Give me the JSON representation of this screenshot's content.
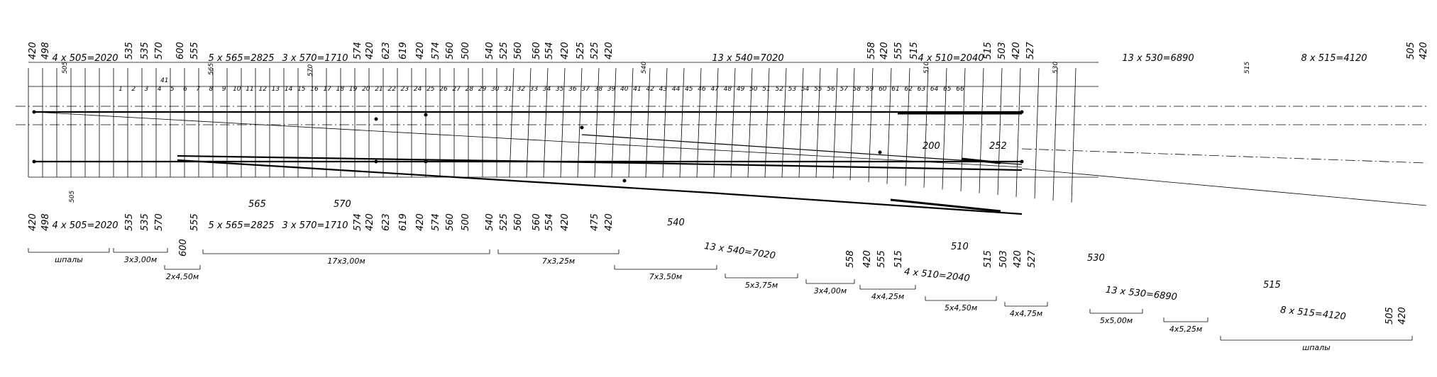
{
  "top_dims": {
    "left": [
      "420",
      "498",
      "4 x 505=2020",
      "535",
      "535",
      "570",
      "600",
      "555",
      "5 x 565=2825",
      "3 x 570=1710",
      "574",
      "420",
      "623",
      "619",
      "420",
      "574",
      "560",
      "500",
      "540",
      "525",
      "560",
      "560",
      "554",
      "420",
      "525",
      "525",
      "420"
    ],
    "mid": "13 x 540=7020",
    "right1": [
      "558",
      "420",
      "555",
      "515",
      "4 x 510=2040",
      "515",
      "503",
      "420",
      "527"
    ],
    "right2": "13 x 530=6890",
    "right3": "8 x 515=4120",
    "right_end": [
      "505",
      "420"
    ],
    "small": [
      "505",
      "41",
      "565",
      "570",
      "540",
      "510",
      "530",
      "515"
    ]
  },
  "sleeper_numbers": [
    "1",
    "2",
    "3",
    "4",
    "5",
    "6",
    "7",
    "8",
    "9",
    "10",
    "11",
    "12",
    "13",
    "14",
    "15",
    "16",
    "17",
    "18",
    "19",
    "20",
    "21",
    "22",
    "23",
    "24",
    "25",
    "26",
    "27",
    "28",
    "29",
    "30",
    "31",
    "32",
    "33",
    "34",
    "35",
    "36",
    "37",
    "38",
    "39",
    "40",
    "41",
    "42",
    "43",
    "44",
    "45",
    "46",
    "47",
    "48",
    "49",
    "50",
    "51",
    "52",
    "53",
    "54",
    "55",
    "56",
    "57",
    "58",
    "59",
    "60",
    "61",
    "62",
    "63",
    "64",
    "65",
    "66"
  ],
  "bottom_dims": {
    "left": [
      "420",
      "498",
      "4 x 505=2020",
      "535",
      "535",
      "570",
      "555",
      "5 x 565=2825",
      "3 x 570=1710",
      "574",
      "420",
      "623",
      "619",
      "420",
      "574",
      "560",
      "500",
      "540",
      "525",
      "560",
      "560",
      "554",
      "420",
      "475",
      "420"
    ],
    "small": [
      "505",
      "565",
      "570",
      "540",
      "510",
      "530",
      "515",
      "200",
      "252"
    ],
    "diag1": "13 x 540=7020",
    "mid": [
      "558",
      "420",
      "555",
      "515",
      "4 x 510=2040",
      "515",
      "503",
      "420",
      "527"
    ],
    "diag2": "13 x 530=6890",
    "diag3": "8 x 515=4120",
    "end": [
      "505",
      "420"
    ],
    "single": "600"
  },
  "groups": [
    "шпалы",
    "3x3,00м",
    "2x4,50м",
    "17x3,00м",
    "7x3,25м",
    "7x3,50м",
    "5x3,75м",
    "3x4,00м",
    "4x4,25м",
    "5x4,50м",
    "4x4,75м",
    "5x5,00м",
    "4x5,25м",
    "шпалы"
  ]
}
